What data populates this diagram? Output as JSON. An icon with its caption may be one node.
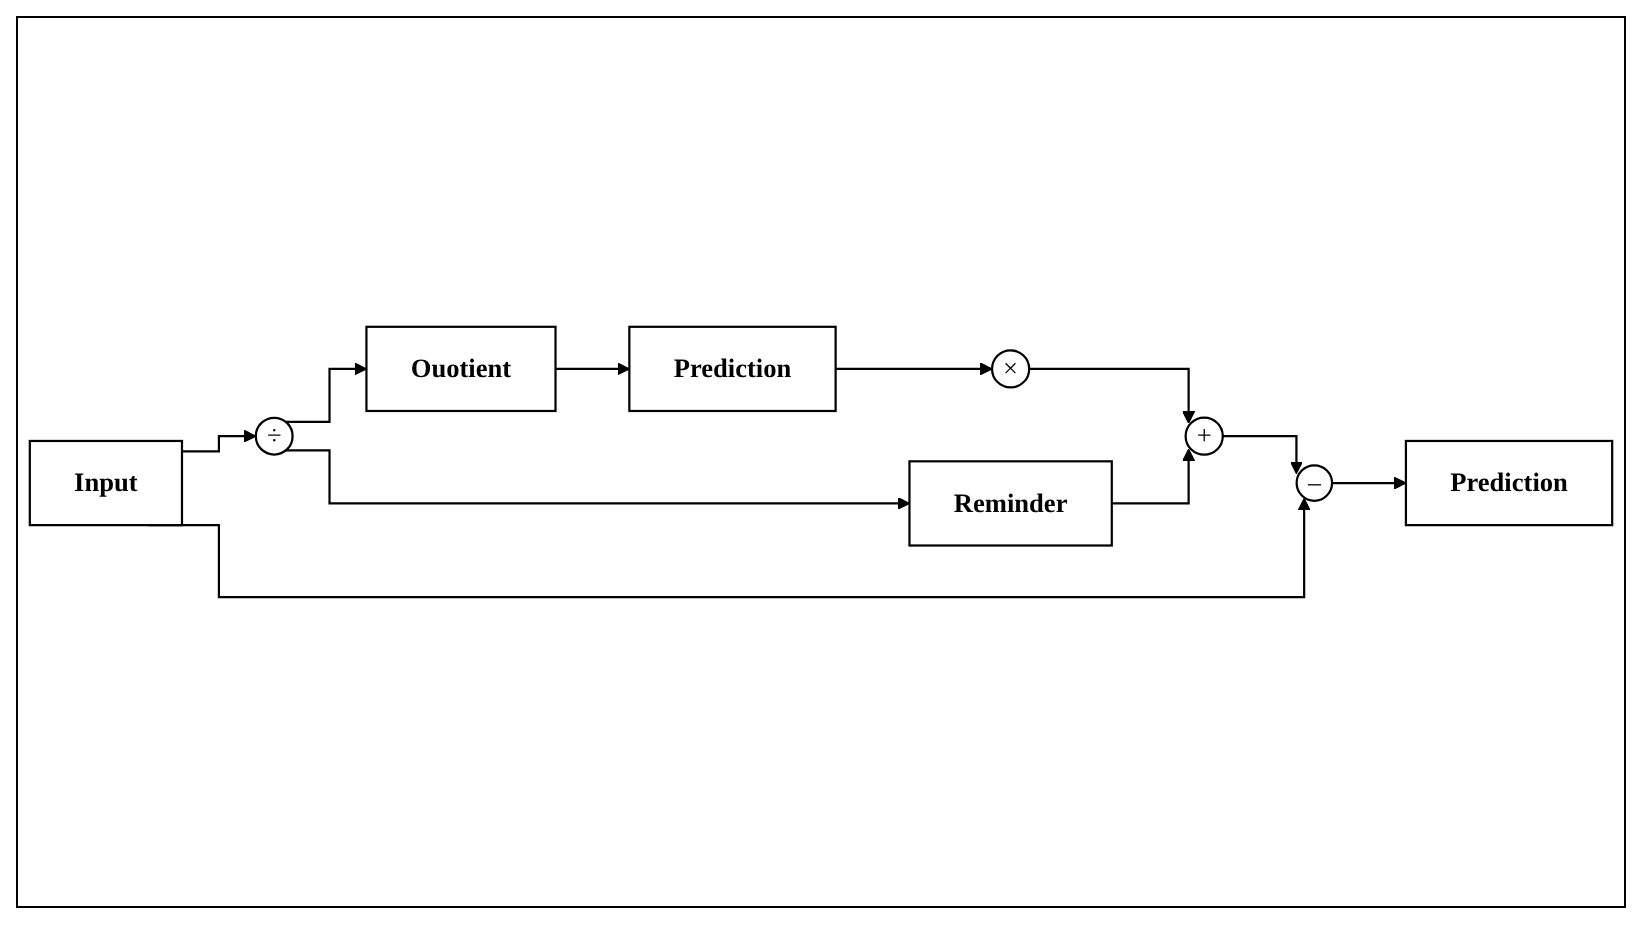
{
  "diagram": {
    "nodes": [
      {
        "text": [
          "Input"
        ]
      },
      {
        "text": [
          "÷"
        ]
      },
      {
        "text": [
          "Ouotient"
        ]
      },
      {
        "text": [
          "Prediction"
        ]
      },
      {
        "text": [
          "Reminder"
        ]
      },
      {
        "text": [
          "×"
        ]
      },
      {
        "text": [
          "+"
        ]
      },
      {
        "text": [
          "–"
        ]
      },
      {
        "text": [
          "Prediction"
        ]
      }
    ],
    "edges": [
      {
        "from": 0,
        "to": 1,
        "arrow": "to"
      },
      {
        "from": 1,
        "to": 2,
        "arrow": "to"
      },
      {
        "from": 2,
        "to": 3,
        "arrow": "to"
      },
      {
        "from": 1,
        "to": 4,
        "arrow": "to"
      },
      {
        "from": 3,
        "to": 5,
        "arrow": "to"
      },
      {
        "from": 5,
        "to": 6,
        "arrow": "to"
      },
      {
        "from": 4,
        "to": 6,
        "arrow": "to"
      },
      {
        "from": 6,
        "to": 7,
        "arrow": "to"
      },
      {
        "from": 0,
        "to": 7,
        "arrow": "to"
      },
      {
        "from": 7,
        "to": 8,
        "arrow": "to"
      }
    ]
  }
}
